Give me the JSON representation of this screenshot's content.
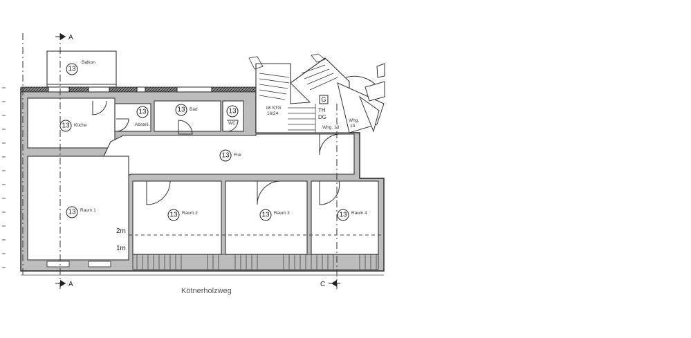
{
  "rooms": {
    "balkon": {
      "number": "13",
      "label": "Balkon"
    },
    "kueche": {
      "number": "13",
      "label": "Küche"
    },
    "abstell": {
      "number": "13",
      "label": "Abstell."
    },
    "bad": {
      "number": "13",
      "label": "Bad"
    },
    "wc": {
      "number": "13",
      "label": "WC"
    },
    "flur": {
      "number": "13",
      "label": "Flur"
    },
    "raum1": {
      "number": "13",
      "label": "Raum 1"
    },
    "raum2": {
      "number": "13",
      "label": "Raum 2"
    },
    "raum3": {
      "number": "13",
      "label": "Raum 3"
    },
    "raum4": {
      "number": "13",
      "label": "Raum 4"
    }
  },
  "stair": {
    "steps": "18 STG",
    "dims": "16/24",
    "badge": "G",
    "level_top": "TH",
    "level_bottom": "DG"
  },
  "units": {
    "whg13": "Whg. 13",
    "whg14_a": "Whg.",
    "whg14_b": "14"
  },
  "heights": {
    "upper": "2m",
    "lower": "1m"
  },
  "sections": {
    "top_left": "A",
    "bottom_left": "A",
    "bottom_right": "C"
  },
  "street": "Kötnerholzweg"
}
